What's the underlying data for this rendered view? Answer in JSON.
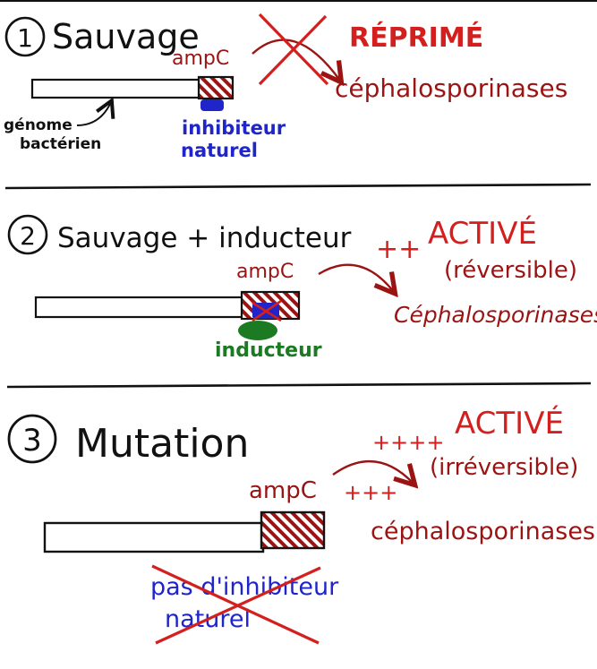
{
  "colors": {
    "ink": "#111111",
    "dark_red": "#9b1414",
    "bright_red": "#d41f1f",
    "blue": "#1f25c9",
    "green": "#1b7a22"
  },
  "section1": {
    "number": "1",
    "title": "Sauvage",
    "gene_label": "ampC",
    "status": "RÉPRIMÉ",
    "product": "céphalosporinases",
    "genome_label_line1": "génome",
    "genome_label_line2": "bactérien",
    "inhibitor_line1": "inhibiteur",
    "inhibitor_line2": "naturel"
  },
  "section2": {
    "number": "2",
    "title": "Sauvage + inducteur",
    "gene_label": "ampC",
    "intensity": "++",
    "status": "ACTIVÉ",
    "status_note": "(réversible)",
    "product": "Céphalosporinases",
    "inducer_label": "inducteur"
  },
  "section3": {
    "number": "3",
    "title": "Mutation",
    "gene_label": "ampC",
    "intensity_top": "++++",
    "intensity_bottom": "+++",
    "status": "ACTIVÉ",
    "status_note": "(irréversible)",
    "product": "céphalosporinases",
    "no_inhibitor_line1": "pas d'inhibiteur",
    "no_inhibitor_line2": "naturel"
  }
}
